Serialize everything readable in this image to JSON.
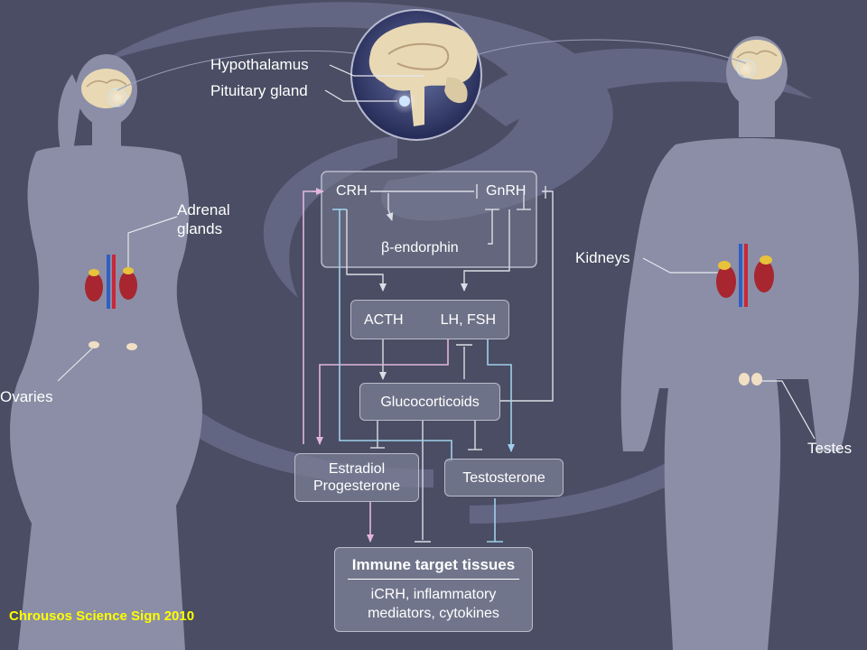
{
  "labels": {
    "hypothalamus": "Hypothalamus",
    "pituitary": "Pituitary gland",
    "adrenal": "Adrenal\nglands",
    "ovaries": "Ovaries",
    "kidneys": "Kidneys",
    "testes": "Testes"
  },
  "nodes": {
    "crh": "CRH",
    "gnrh": "GnRH",
    "beta_endorphin": "β-endorphin",
    "acth": "ACTH",
    "lh_fsh": "LH, FSH",
    "glucocorticoids": "Glucocorticoids",
    "estradiol": "Estradiol\nProgesterone",
    "testosterone": "Testosterone",
    "immune_title": "Immune target tissues",
    "immune_body": "iCRH, inflammatory\nmediators, cytokines"
  },
  "citation": "Chrousos Science Sign 2010",
  "colors": {
    "background": "#4a4d63",
    "silhouette": "#8b8ea6",
    "swirl": "#6e7190",
    "pink_arrow": "#e3b5dc",
    "blue_arrow": "#9fd0ec",
    "gray_arrow": "#dcdde6",
    "citation": "#ffff00"
  }
}
